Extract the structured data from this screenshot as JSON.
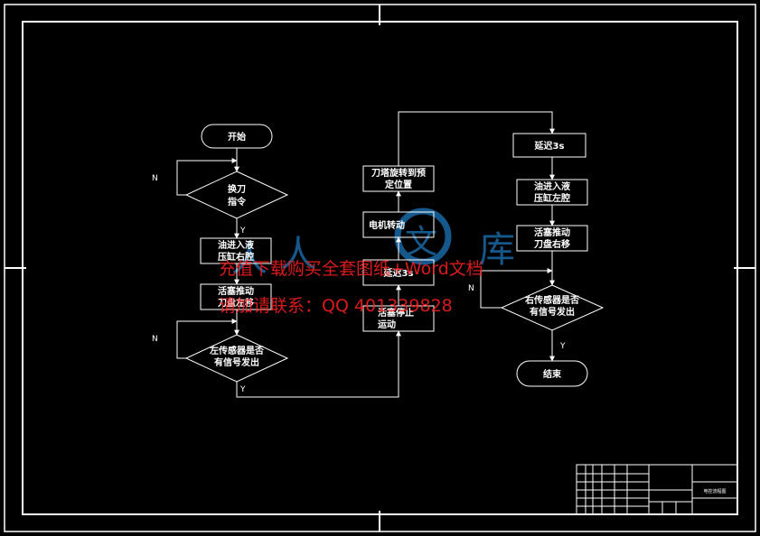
{
  "flowchart": {
    "start": "开始",
    "tool_change_cmd": [
      "换刀",
      "指令"
    ],
    "oil_in_right": [
      "油进入液",
      "压缸右腔"
    ],
    "piston_push_left": [
      "活塞推动",
      "刀盘左移"
    ],
    "left_sensor": [
      "左传感器是否",
      "有信号发出"
    ],
    "tool_rotate": [
      "刀塔旋转到预",
      "定位置"
    ],
    "motor_rotate": "电机转动",
    "delay_mid": "延迟3s",
    "piston_stop": [
      "活塞停止",
      "运动"
    ],
    "delay_right": "延迟3s",
    "oil_in_left": [
      "油进入液",
      "压缸左腔"
    ],
    "piston_push_right": [
      "活塞推动",
      "刀盘右移"
    ],
    "right_sensor": [
      "右传感器是否",
      "有信号发出"
    ],
    "end": "结束",
    "label_n": "N",
    "label_y": "Y"
  },
  "watermark": {
    "line1": "充值下载购买全套图纸+Word文档",
    "line2": "请加请联系：QQ 401339828",
    "logo_glyphs": [
      "人",
      "人",
      "文",
      "库"
    ]
  },
  "title_block": {
    "title_cell": "电控流程图"
  },
  "colors": {
    "background": "#000000",
    "line": "#ffffff",
    "watermark_red": "#ff2020",
    "watermark_blue": "#1a6fb0"
  }
}
